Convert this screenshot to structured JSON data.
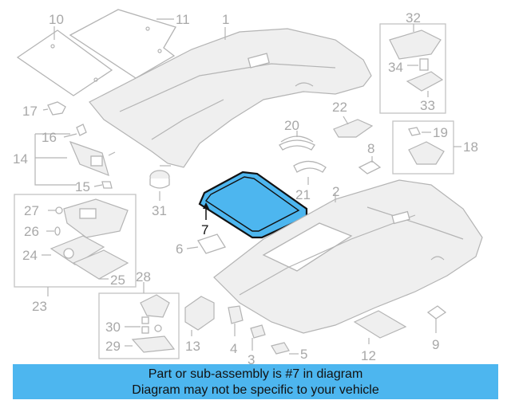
{
  "diagram": {
    "callouts": {
      "c1": "1",
      "c2": "2",
      "c3": "3",
      "c4": "4",
      "c5": "5",
      "c6": "6",
      "c7": "7",
      "c8": "8",
      "c9": "9",
      "c10": "10",
      "c11": "11",
      "c12": "12",
      "c13": "13",
      "c14": "14",
      "c15": "15",
      "c16": "16",
      "c17": "17",
      "c18": "18",
      "c19": "19",
      "c20": "20",
      "c21": "21",
      "c22": "22",
      "c23": "23",
      "c24": "24",
      "c25": "25",
      "c26": "26",
      "c27": "27",
      "c28": "28",
      "c29": "29",
      "c30": "30",
      "c31": "31",
      "c32": "32",
      "c33": "33",
      "c34": "34"
    },
    "highlighted_part": "7",
    "colors": {
      "highlight_fill": "#4db6ef",
      "highlight_stroke": "#111111",
      "line": "#b4b4b4",
      "caption_bg": "#4db6ef"
    }
  },
  "caption": {
    "line1": "Part or sub-assembly is #7 in diagram",
    "line2": "Diagram may not be specific to your vehicle"
  }
}
